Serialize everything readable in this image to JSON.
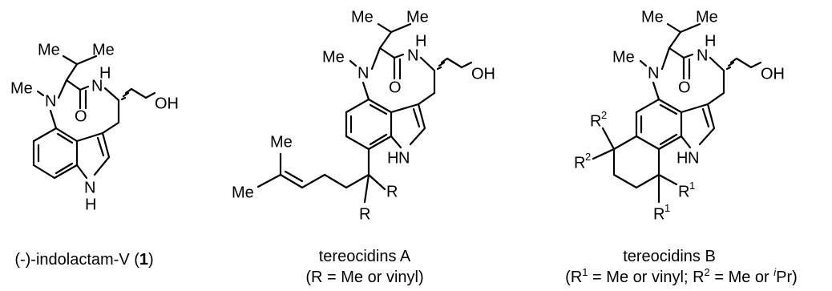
{
  "compounds": [
    {
      "caption_pre": "(-)-indolactam-V (",
      "caption_bold": "1",
      "caption_post": ")",
      "atoms": {
        "me_a": "Me",
        "me_b": "Me",
        "nme": "Me",
        "n_amide": "N",
        "h_amide": "H",
        "oh": "OH",
        "o": "O",
        "n_ring": "N",
        "nh_n": "N",
        "nh_h": "H"
      }
    },
    {
      "caption_line1": "tereocidins A",
      "caption_line2": "(R = Me or vinyl)",
      "atoms": {
        "me_a": "Me",
        "me_b": "Me",
        "nme": "Me",
        "n_amide": "N",
        "h_amide": "H",
        "oh": "OH",
        "o": "O",
        "n_ring": "N",
        "nh_n": "N",
        "nh_h": "H",
        "r1": "R",
        "r2": "R",
        "side_me1": "Me",
        "side_me2": "Me"
      }
    },
    {
      "caption_line1": "tereocidins B",
      "caption_line2_a": "(R",
      "caption_line2_sup1": "1",
      "caption_line2_b": " = Me or vinyl; R",
      "caption_line2_sup2": "2",
      "caption_line2_c": " = Me or ",
      "caption_line2_sup3": "i",
      "caption_line2_d": "Pr)",
      "atoms": {
        "me_a": "Me",
        "me_b": "Me",
        "nme": "Me",
        "n_amide": "N",
        "h_amide": "H",
        "oh": "OH",
        "o": "O",
        "n_ring": "N",
        "nh_n": "N",
        "nh_h": "H",
        "r_top": "R",
        "r_top_sup": "2",
        "r_mid": "R",
        "r_mid_sup": "2",
        "r_right": "R",
        "r_right_sup": "1",
        "r_bottom": "R",
        "r_bottom_sup": "1"
      }
    }
  ]
}
